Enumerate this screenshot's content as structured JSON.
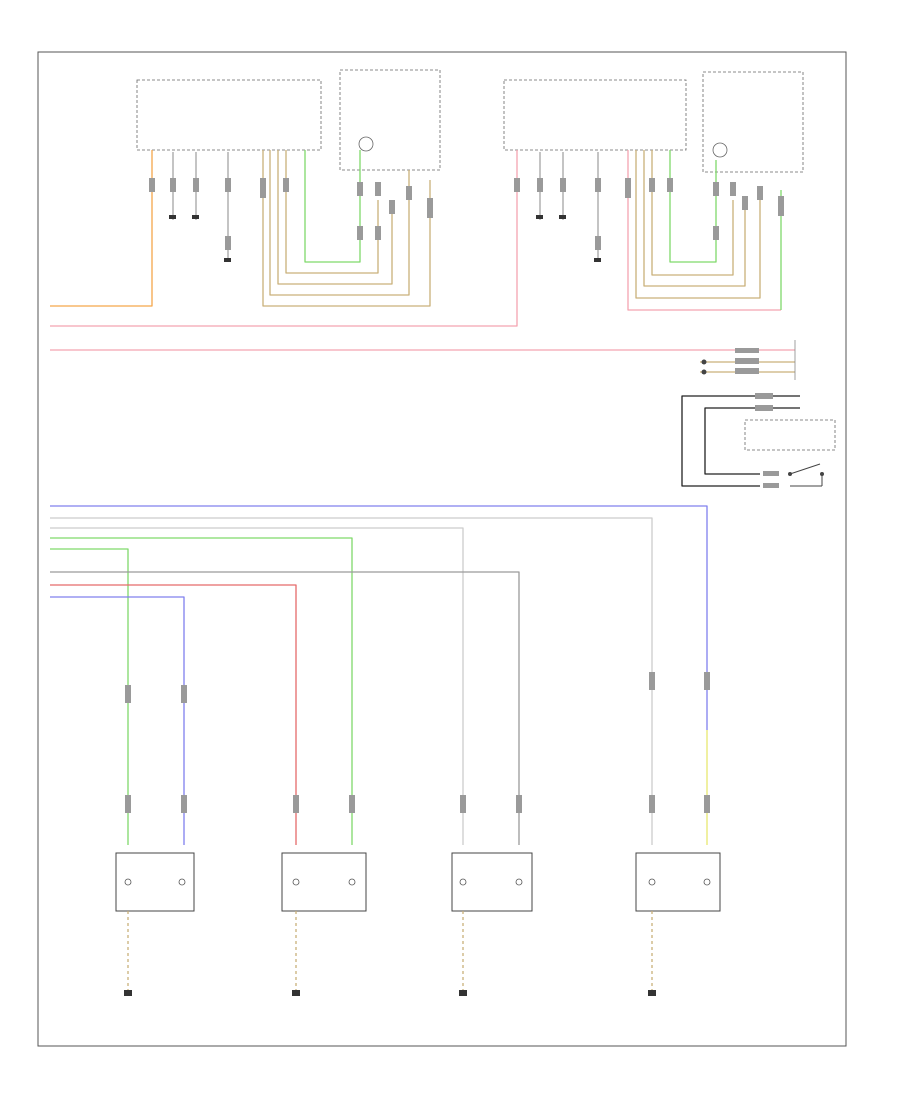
{
  "diagram": {
    "footer_tag": "",
    "colors": {
      "orange": "#f5a64a",
      "pink": "#f4a3b0",
      "red": "#e56a6a",
      "green": "#7fd96b",
      "tan": "#c9b07a",
      "blue": "#8080ee",
      "gray": "#9a9a9a",
      "lightgray": "#cccccc",
      "black": "#222222",
      "yellow": "#e8e870"
    },
    "modules": [
      {
        "id": "front-lighting-module-left",
        "label": ""
      },
      {
        "id": "front-lighting-module-right",
        "label": ""
      },
      {
        "id": "lamp-unit-1",
        "label": ""
      },
      {
        "id": "lamp-unit-2",
        "label": ""
      },
      {
        "id": "lamp-unit-3",
        "label": ""
      },
      {
        "id": "lamp-unit-4",
        "label": ""
      }
    ]
  }
}
